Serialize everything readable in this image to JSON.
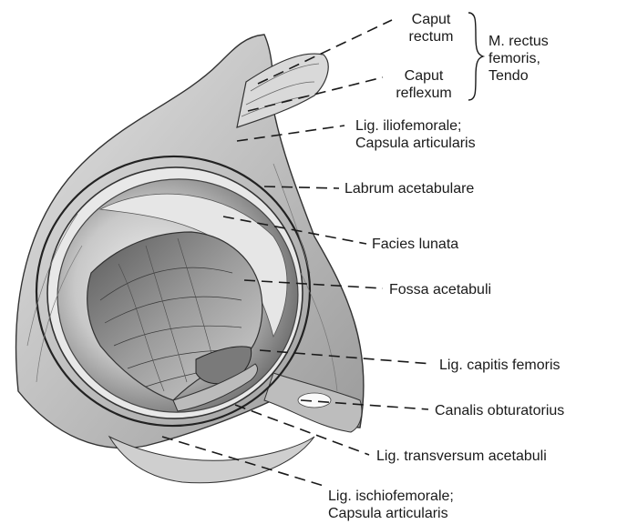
{
  "labels": {
    "caput_rectum": [
      "Caput",
      "rectum"
    ],
    "caput_reflexum": [
      "Caput",
      "reflexum"
    ],
    "m_rectus": [
      "M. rectus",
      "femoris,",
      "Tendo"
    ],
    "lig_iliofemorale": [
      "Lig. iliofemorale;",
      "Capsula articularis"
    ],
    "labrum": "Labrum acetabulare",
    "facies_lunata": "Facies lunata",
    "fossa": "Fossa acetabuli",
    "lig_capitis": "Lig. capitis femoris",
    "canalis": "Canalis obturatorius",
    "lig_transversum": "Lig. transversum acetabuli",
    "lig_ischiofemorale": [
      "Lig. ischiofemorale;",
      "Capsula articularis"
    ]
  }
}
